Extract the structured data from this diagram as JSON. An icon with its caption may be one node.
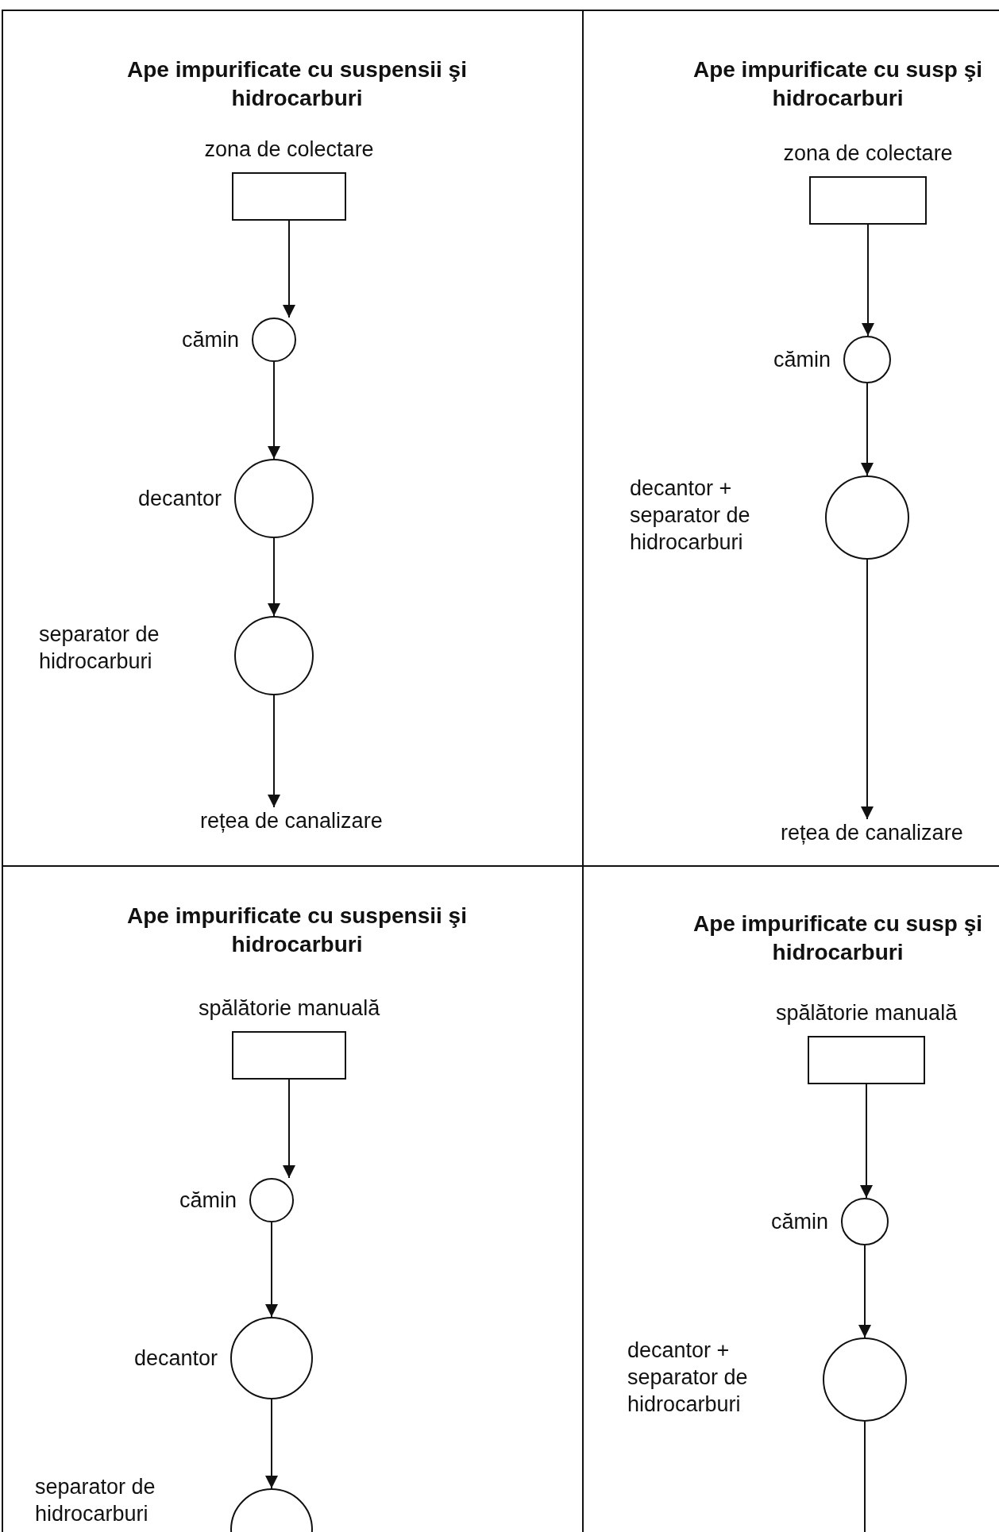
{
  "diagram": {
    "nodes": [
      {
        "text": [
          "Ape impurificate cu suspensii şi hidrocarburi"
        ]
      },
      {
        "text": [
          "zona de colectare"
        ],
        "in": 0
      },
      {
        "text": [],
        "shape": "circle",
        "beside": [
          "cămin"
        ],
        "in": 0
      },
      {
        "text": [],
        "shape": "circle",
        "beside": [
          "decantor"
        ],
        "in": 0
      },
      {
        "text": [],
        "shape": "circle",
        "beside": [
          "separator de hidrocarburi"
        ],
        "in": 0
      },
      {
        "text": [
          "rețea de canalizare"
        ],
        "in": 0
      },
      {
        "text": [
          "Ape impurificate cu susp şi hidrocarburi"
        ]
      },
      {
        "text": [
          "zona de colectare"
        ],
        "in": 6
      },
      {
        "text": [],
        "shape": "circle",
        "beside": [
          "cămin"
        ],
        "in": 6
      },
      {
        "text": [],
        "shape": "circle",
        "beside": [
          "decantor + separator de hidrocarburi"
        ],
        "in": 6
      },
      {
        "text": [
          "rețea de canalizare"
        ],
        "in": 6
      },
      {
        "text": [
          "Ape impurificate cu suspensii şi hidrocarburi"
        ]
      },
      {
        "text": [
          "spălătorie manuală"
        ],
        "in": 11
      },
      {
        "text": [],
        "shape": "circle",
        "beside": [
          "cămin"
        ],
        "in": 11
      },
      {
        "text": [],
        "shape": "circle",
        "beside": [
          "decantor"
        ],
        "in": 11
      },
      {
        "text": [],
        "shape": "circle",
        "beside": [
          "separator de hidrocarburi"
        ],
        "in": 11
      },
      {
        "text": [
          "Ape impurificate cu susp şi hidrocarburi"
        ]
      },
      {
        "text": [
          "spălătorie manuală"
        ],
        "in": 16
      },
      {
        "text": [],
        "shape": "circle",
        "beside": [
          "cămin"
        ],
        "in": 16
      },
      {
        "text": [],
        "shape": "circle",
        "beside": [
          "decantor + separator de hidrocarburi"
        ],
        "in": 16
      }
    ],
    "edges": [
      {
        "from": 1,
        "to": 2,
        "arrow": "to"
      },
      {
        "from": 2,
        "to": 3,
        "arrow": "to"
      },
      {
        "from": 3,
        "to": 4,
        "arrow": "to"
      },
      {
        "from": 4,
        "to": 5,
        "arrow": "to"
      },
      {
        "from": 7,
        "to": 8,
        "arrow": "to"
      },
      {
        "from": 8,
        "to": 9,
        "arrow": "to"
      },
      {
        "from": 9,
        "to": 10,
        "arrow": "to"
      },
      {
        "from": 12,
        "to": 13,
        "arrow": "to"
      },
      {
        "from": 13,
        "to": 14,
        "arrow": "to"
      },
      {
        "from": 14,
        "to": 15,
        "arrow": "to"
      },
      {
        "from": 17,
        "to": 18,
        "arrow": "to"
      },
      {
        "from": 18,
        "to": 19,
        "arrow": "to"
      },
      {
        "from": 19,
        "to": null,
        "arrow": "none"
      }
    ]
  }
}
